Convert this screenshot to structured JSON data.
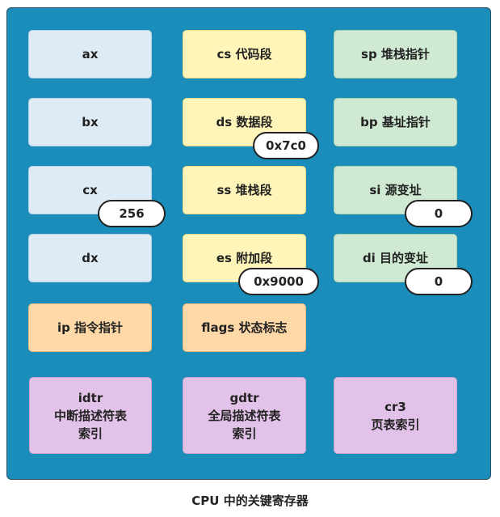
{
  "registers": {
    "ax": "ax",
    "bx": "bx",
    "cx": "cx",
    "dx": "dx",
    "cs": "cs 代码段",
    "ds": "ds 数据段",
    "ss": "ss 堆栈段",
    "es": "es 附加段",
    "sp": "sp 堆栈指针",
    "bp": "bp 基址指针",
    "si": "si 源变址",
    "di": "di 目的变址",
    "ip": "ip 指令指针",
    "flags": "flags 状态标志",
    "idtr": {
      "line1": "idtr",
      "line2": "中断描述符表",
      "line3": "索引"
    },
    "gdtr": {
      "line1": "gdtr",
      "line2": "全局描述符表",
      "line3": "索引"
    },
    "cr3": {
      "line1": "cr3",
      "line2": "页表索引"
    }
  },
  "values": {
    "ds": "0x7c0",
    "cx": "256",
    "si": "0",
    "es": "0x9000",
    "di": "0"
  },
  "caption": "CPU 中的关键寄存器",
  "colors": {
    "panel": "#1a8dbb",
    "general": "#dcebf5",
    "segment": "#fff5b8",
    "pointer": "#cfe9d2",
    "control": "#ffd8a8",
    "system": "#e2c2e8"
  }
}
